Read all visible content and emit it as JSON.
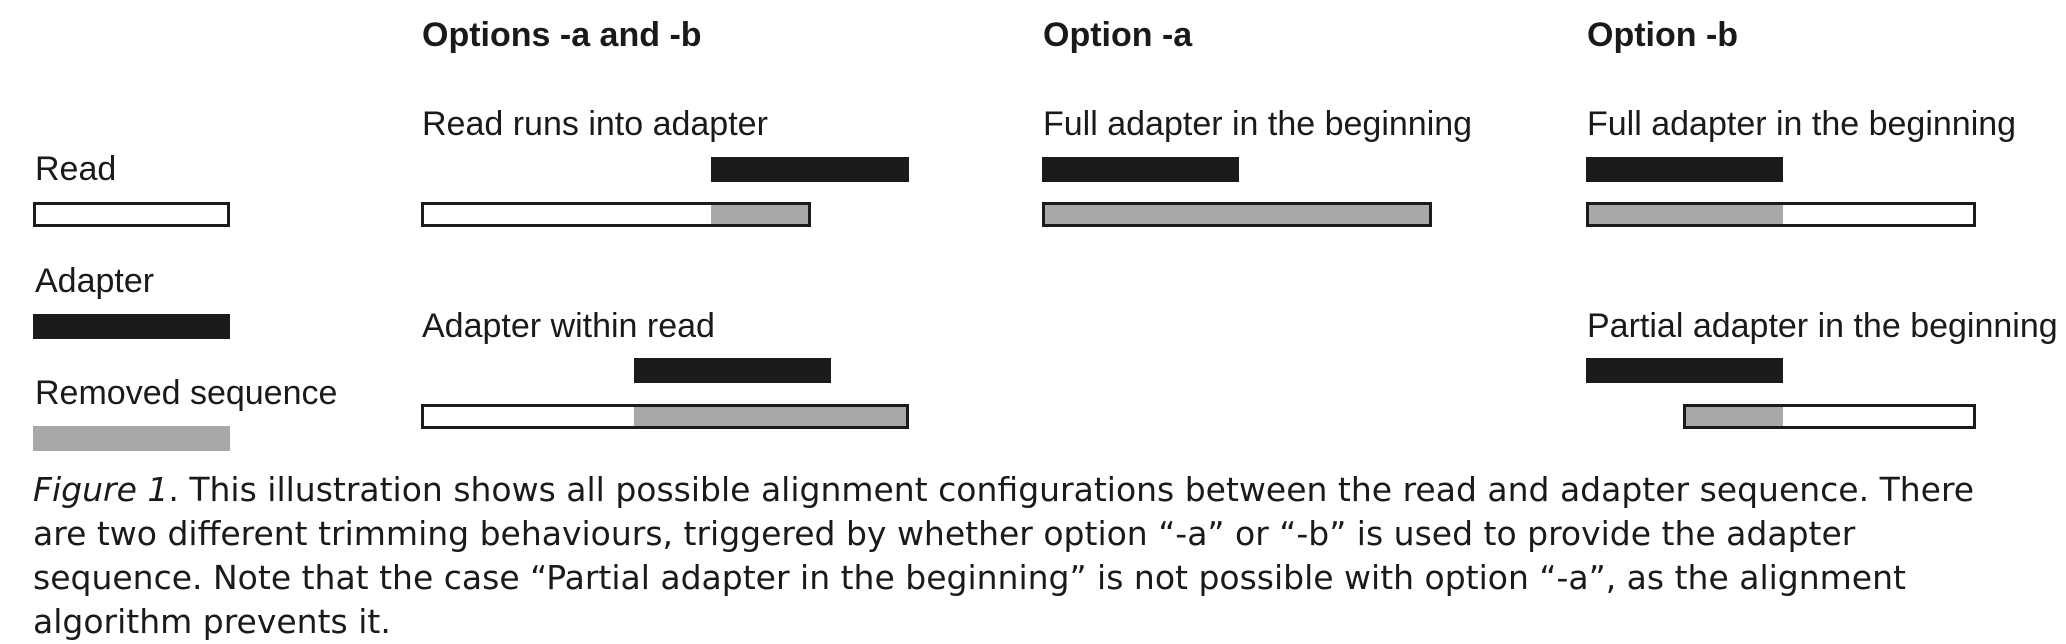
{
  "legend": {
    "read": "Read",
    "adapter": "Adapter",
    "removed": "Removed sequence"
  },
  "columns": {
    "ab": {
      "heading": "Options -a and -b",
      "case1": "Read runs into adapter",
      "case2": "Adapter within read"
    },
    "a": {
      "heading": "Option -a",
      "case1": "Full adapter in the beginning"
    },
    "b": {
      "heading": "Option -b",
      "case1": "Full adapter in the beginning",
      "case2": "Partial adapter in the beginning"
    }
  },
  "caption": {
    "label": "Figure 1",
    "text": ". This illustration shows all possible alignment configurations between the read and adapter sequence. There are two different trimming behaviours, triggered by whether option “-a” or “-b” is used to provide the adapter sequence. Note that the case “Partial adapter in the beginning” is not possible with option “-a”, as the alignment algorithm prevents it."
  },
  "colors": {
    "adapter": "#1b1b1b",
    "removed": "#a8a8a8",
    "read": "#ffffff"
  }
}
